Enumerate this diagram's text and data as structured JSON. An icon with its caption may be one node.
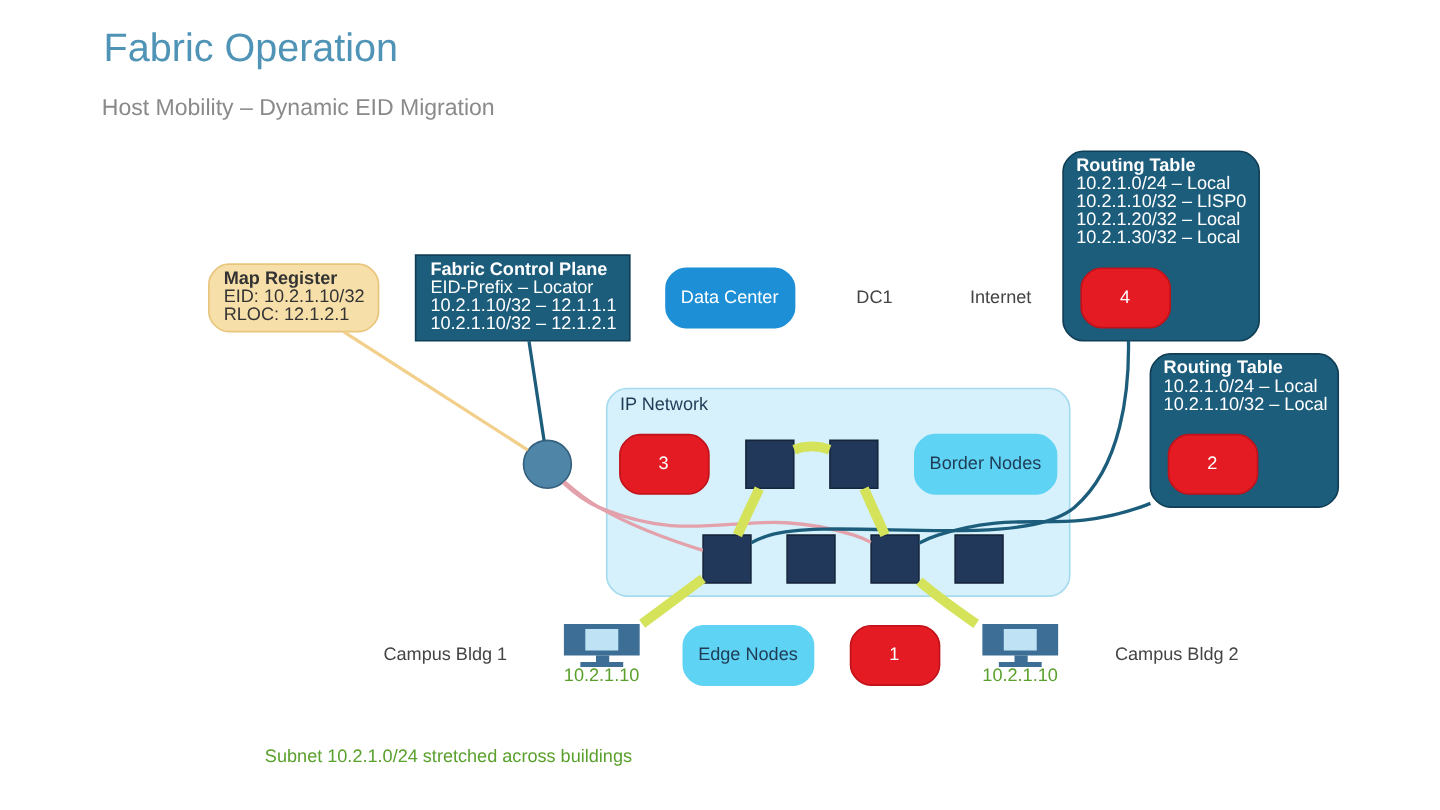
{
  "diagram": {
    "title": "Fabric Operation",
    "nodes": [
      {
        "text": [
          "IP Network"
        ]
      },
      {
        "text": [],
        "shape": "box",
        "in": 0
      },
      {
        "text": [],
        "shape": "box",
        "in": 0
      },
      {
        "text": [],
        "shape": "circle"
      },
      {
        "text": [],
        "shape": "box",
        "in": 0
      },
      {
        "text": [],
        "shape": "box",
        "in": 0
      },
      {
        "text": [],
        "shape": "box",
        "in": 0
      },
      {
        "text": [],
        "shape": "box",
        "in": 0
      },
      {
        "text": [],
        "shape": "picture",
        "beside": [
          "10.2.1.10"
        ]
      },
      {
        "text": [],
        "shape": "picture",
        "beside": [
          "10.2.1.10"
        ]
      },
      {
        "text": [
          "Routing Table",
          "10.2.1.0/24 – Local",
          "10.2.1.10/32 – LISP0",
          "10.2.1.20/32 – Local",
          "10.2.1.30/32 – Local"
        ]
      },
      {
        "text": [
          "4"
        ],
        "in": 10
      },
      {
        "text": [
          "Routing Table",
          "10.2.1.0/24 – Local",
          "10.2.1.10/32 – Local"
        ]
      },
      {
        "text": [
          "2"
        ],
        "in": 12
      },
      {
        "text": [
          "Fabric Control Plane",
          "EID-Prefix – Locator",
          "10.2.1.10/32 – 12.1.1.1",
          "10.2.1.10/32 – 12.1.2.1"
        ]
      },
      {
        "text": [
          "Map Register",
          "EID: 10.2.1.10/32",
          "RLOC: 12.1.2.1"
        ]
      },
      {
        "text": [
          "3"
        ],
        "in": 0
      },
      {
        "text": [
          "1"
        ]
      },
      {
        "text": [
          "Border Nodes"
        ],
        "in": 0
      },
      {
        "text": [
          "Edge Nodes"
        ]
      },
      {
        "text": [
          "Data Center"
        ]
      }
    ],
    "edges": [
      {
        "from": 1,
        "to": 4,
        "arrow": "none",
        "style": "thick"
      },
      {
        "from": 1,
        "to": 2,
        "arrow": "none",
        "style": "thick"
      },
      {
        "from": 2,
        "to": 6,
        "arrow": "none",
        "style": "thick"
      },
      {
        "from": 3,
        "to": 4,
        "arrow": "none",
        "color": "#e3a1ab"
      },
      {
        "from": 3,
        "to": 6,
        "arrow": "none",
        "color": "#e3a1ab"
      },
      {
        "from": 10,
        "to": 4,
        "arrow": "none",
        "color": "#1d5d7c"
      },
      {
        "from": 12,
        "to": 6,
        "arrow": "none",
        "color": "#1d5d7c"
      },
      {
        "from": 14,
        "to": 3,
        "arrow": "none",
        "color": "#1d5d7c"
      },
      {
        "from": 15,
        "to": 3,
        "arrow": "none",
        "color": "#f2cf8a"
      },
      {
        "from": 4,
        "to": 8,
        "arrow": "none",
        "style": "thick"
      },
      {
        "from": 6,
        "to": 9,
        "arrow": "none",
        "style": "thick"
      }
    ],
    "labels": [
      "Host Mobility – Dynamic EID Migration",
      "DC1",
      "Internet",
      "Campus Bldg 1",
      "Campus Bldg 2",
      "Subnet 10.2.1.0/24 stretched across buildings"
    ]
  }
}
